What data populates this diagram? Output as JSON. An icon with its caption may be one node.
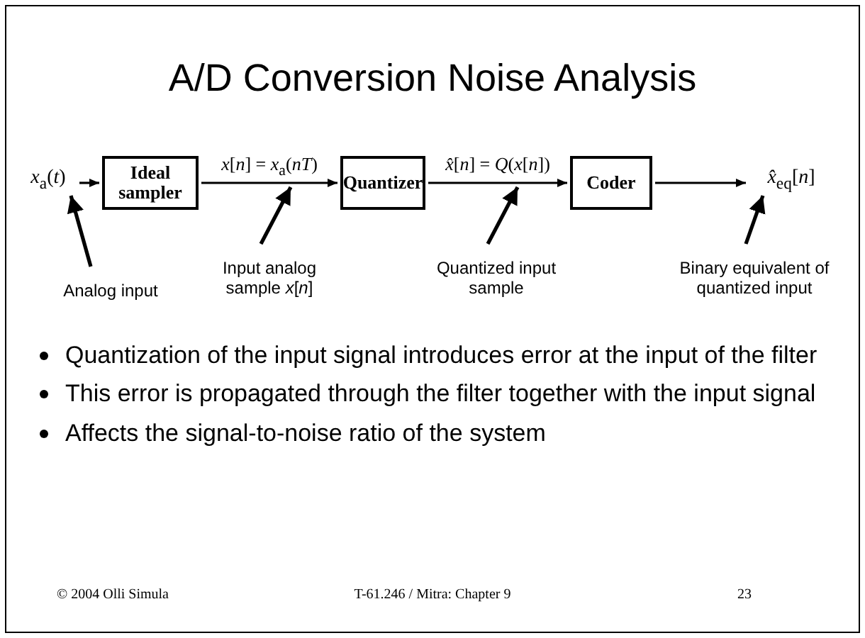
{
  "diagram": {
    "title": "A/D Conversion Noise Analysis",
    "nodes": [
      {
        "text": [
          "*x*$_{a}$(*t*)"
        ]
      },
      {
        "text": [
          "Ideal sampler"
        ]
      },
      {
        "text": [
          "Quantizer"
        ]
      },
      {
        "text": [
          "Coder"
        ]
      },
      {
        "text": [
          "*x̂*$_{eq}$[*n*]"
        ]
      },
      {
        "text": [
          "Analog input"
        ]
      },
      {
        "text": [
          "Input analog sample *x*[*n*]"
        ]
      },
      {
        "text": [
          "Quantized input sample"
        ]
      },
      {
        "text": [
          "Binary equivalent of quantized input"
        ]
      }
    ],
    "edges": [
      {
        "from": 0,
        "to": 1,
        "arrow": "to"
      },
      {
        "from": 1,
        "to": 2,
        "arrow": "to",
        "label": "*x*[*n*] = *x*$_{a}$(*nT*)"
      },
      {
        "from": 2,
        "to": 3,
        "arrow": "to",
        "label": "*x̂*[*n*] = *Q*(*x*[*n*])"
      },
      {
        "from": 3,
        "to": 4,
        "arrow": "to"
      },
      {
        "from": 5,
        "to": 0,
        "arrow": "to"
      },
      {
        "from": 6,
        "to": null,
        "arrow": "to"
      },
      {
        "from": 7,
        "to": null,
        "arrow": "to"
      },
      {
        "from": 8,
        "to": 4,
        "arrow": "to"
      }
    ],
    "labels": [
      "Quantization of the input signal introduces error at the input of the filter",
      "This error is propagated through the filter together with the input signal",
      "Affects the signal-to-noise ratio of the system",
      "© 2004 Olli Simula",
      "T-61.246 / Mitra: Chapter 9",
      "23"
    ]
  }
}
